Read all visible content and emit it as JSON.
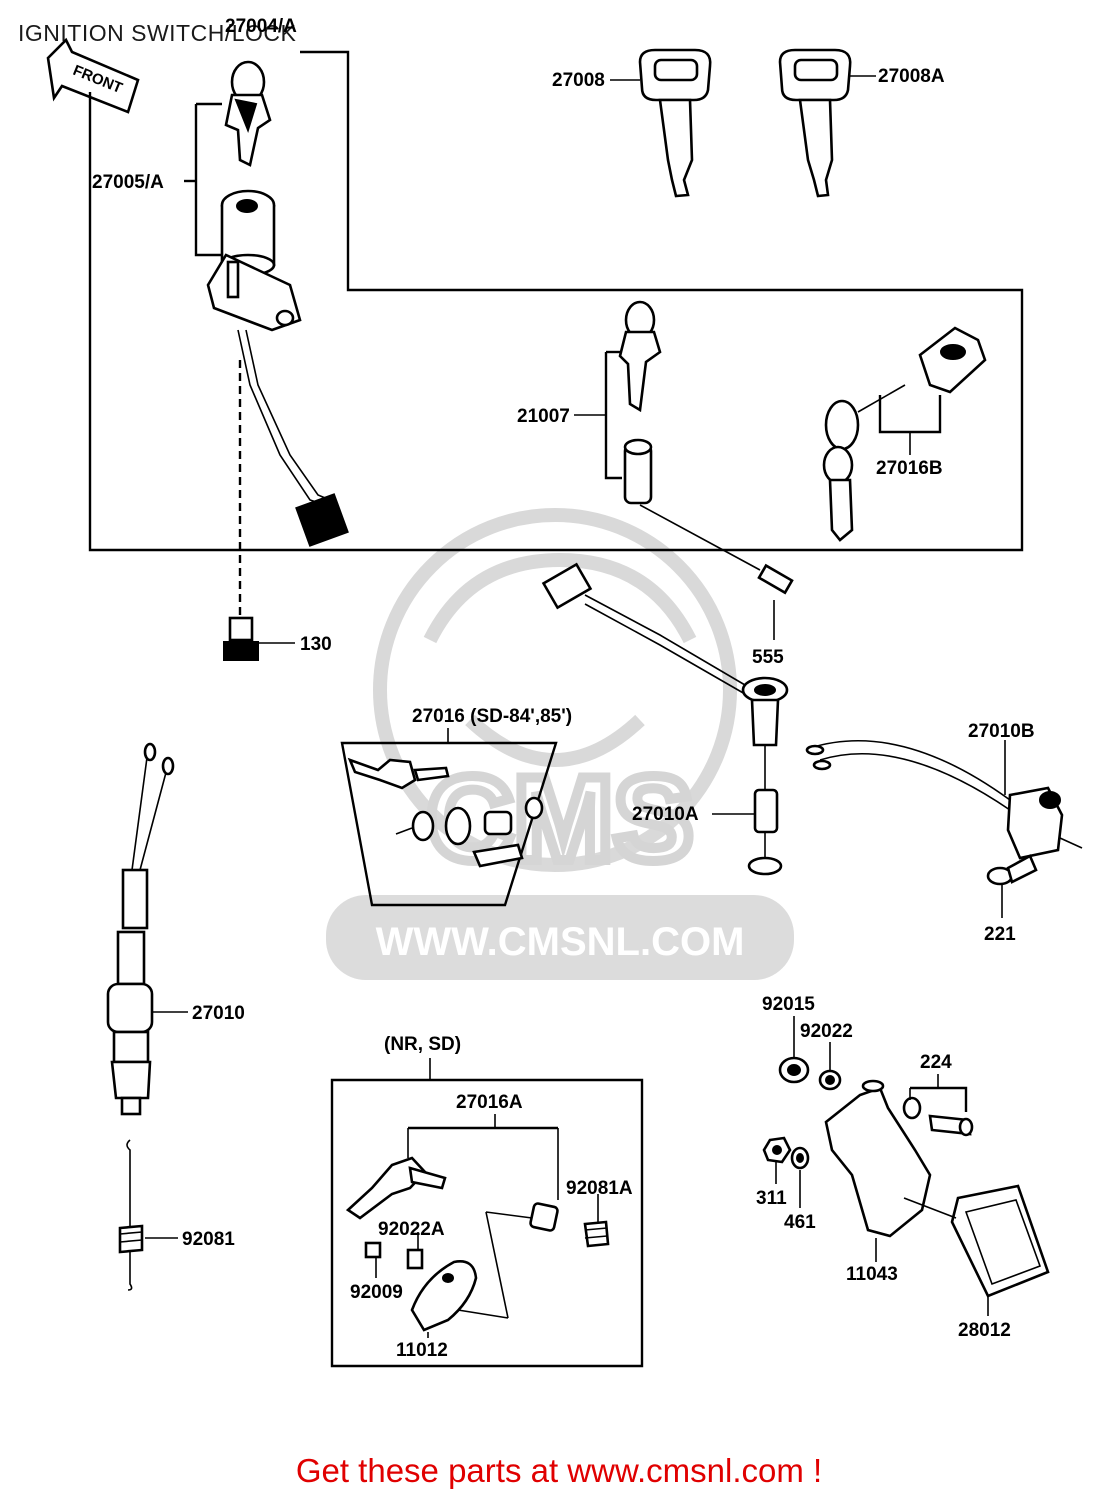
{
  "title": "IGNITION SWITCH/LOCK",
  "footer": "Get these parts at www.cmsnl.com !",
  "watermark": {
    "logo": "CMS",
    "url": "WWW.CMSNL.COM"
  },
  "front_arrow": "FRONT",
  "groups": {
    "nr_sd": "(NR, SD)",
    "sd_84_85": "27016 (SD-84',85')"
  },
  "labels": {
    "p27004A": "27004/A",
    "p27005A": "27005/A",
    "p27008": "27008",
    "p27008A": "27008A",
    "p21007": "21007",
    "p27016B": "27016B",
    "p130": "130",
    "p555": "555",
    "p27010B": "27010B",
    "p27010A": "27010A",
    "p221": "221",
    "p27010": "27010",
    "p92015": "92015",
    "p92022": "92022",
    "p224": "224",
    "p311": "311",
    "p461": "461",
    "p11043": "11043",
    "p28012": "28012",
    "p27016A": "27016A",
    "p92081A": "92081A",
    "p92022A": "92022A",
    "p92009": "92009",
    "p11012": "11012",
    "p92081": "92081"
  },
  "colors": {
    "ink": "#000000",
    "footer": "#e00000",
    "watermark": "#d9d9d9"
  }
}
